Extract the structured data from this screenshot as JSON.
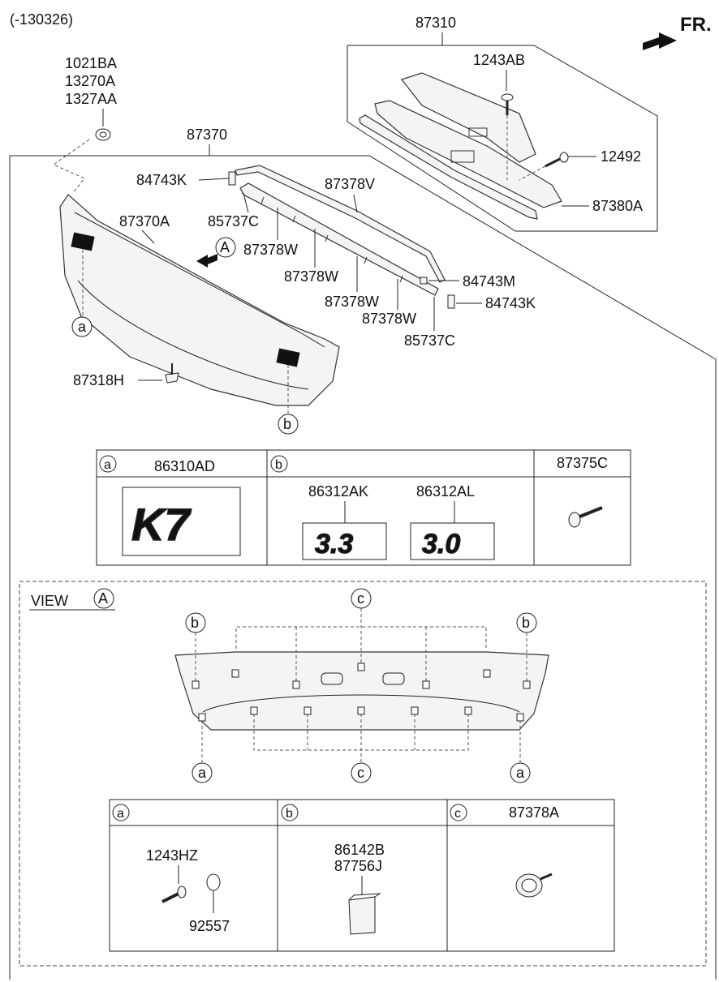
{
  "header": {
    "revision": "(-130326)",
    "direction": "FR."
  },
  "parts": {
    "p87310": "87310",
    "p1243AB": "1243AB",
    "p12492": "12492",
    "p87380A": "87380A",
    "p1021BA": "1021BA",
    "p13270A": "13270A",
    "p1327AA": "1327AA",
    "p87370": "87370",
    "p84743K_top": "84743K",
    "p87378V": "87378V",
    "p85737C_top": "85737C",
    "p87370A": "87370A",
    "p87378W_1": "87378W",
    "p87378W_2": "87378W",
    "p87378W_3": "87378W",
    "p87378W_4": "87378W",
    "p84743M": "84743M",
    "p84743K_bot": "84743K",
    "p85737C_bot": "85737C",
    "p87318H": "87318H"
  },
  "callouts": {
    "a": "a",
    "b": "b",
    "c": "c",
    "A": "A"
  },
  "table1": {
    "col_a": {
      "key": "a",
      "part": "86310AD",
      "emblem": "K7"
    },
    "col_b": {
      "key": "b",
      "part_left": "86312AK",
      "part_right": "86312AL",
      "emblem_left": "3.3",
      "emblem_right": "3.0"
    },
    "col_c": {
      "part": "87375C"
    }
  },
  "view": {
    "label": "VIEW",
    "ref": "A"
  },
  "table2": {
    "col_a": {
      "key": "a",
      "part1": "1243HZ",
      "part2": "92557"
    },
    "col_b": {
      "key": "b",
      "part1": "86142B",
      "part2": "87756J"
    },
    "col_c": {
      "key": "c",
      "part": "87378A"
    }
  }
}
